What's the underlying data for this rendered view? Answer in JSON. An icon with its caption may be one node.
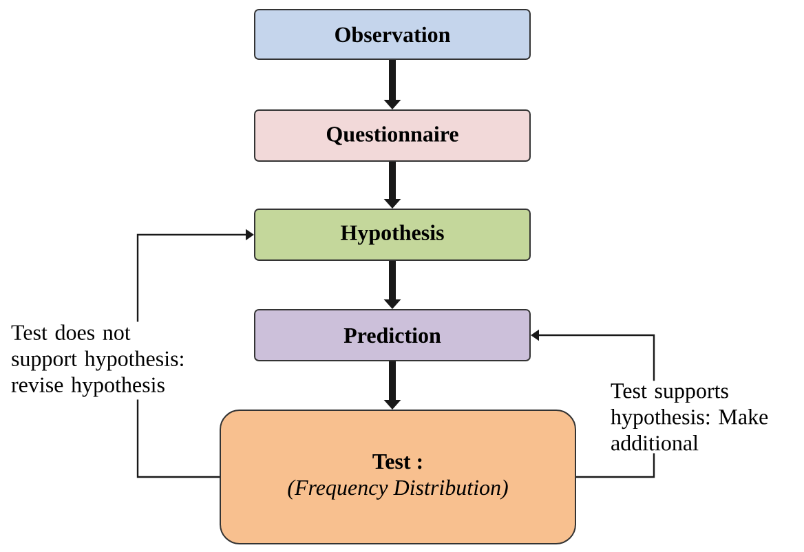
{
  "diagram": {
    "nodes": [
      {
        "text": [
          "Observation"
        ]
      },
      {
        "text": [
          "Questionnaire"
        ]
      },
      {
        "text": [
          "Hypothesis"
        ]
      },
      {
        "text": [
          "Prediction"
        ]
      },
      {
        "text": [
          "Test :",
          "(Frequency Distribution)"
        ]
      }
    ],
    "edges": [
      {
        "from": 0,
        "to": 1,
        "arrow": "to"
      },
      {
        "from": 1,
        "to": 2,
        "arrow": "to"
      },
      {
        "from": 2,
        "to": 3,
        "arrow": "to"
      },
      {
        "from": 3,
        "to": 4,
        "arrow": "to"
      },
      {
        "from": 4,
        "to": 2,
        "arrow": "to",
        "label": "Test does not support hypothesis: revise hypothesis"
      },
      {
        "from": 4,
        "to": 3,
        "arrow": "to",
        "label": "Test supports hypothesis: Make additional"
      }
    ]
  }
}
